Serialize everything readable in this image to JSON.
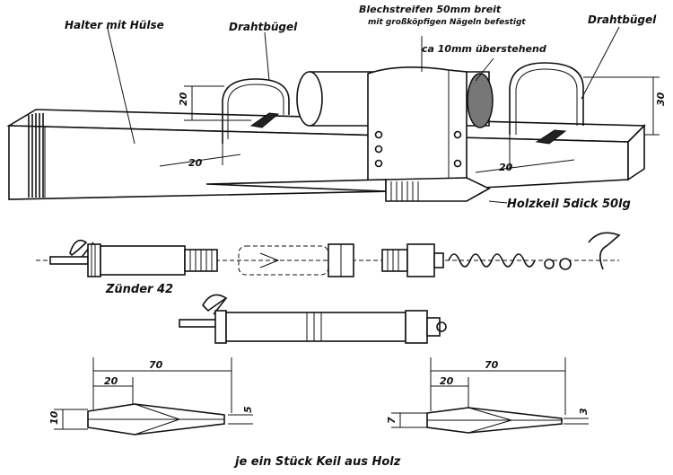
{
  "labels": {
    "holder": "Halter mit Hülse",
    "wire_bracket_left": "Drahtbügel",
    "sheet_strip_line1": "Blechstreifen 50mm breit",
    "sheet_strip_line2": "mit großköpfigen Nägeln befestigt",
    "overhang": "ca 10mm überstehend",
    "wire_bracket_right": "Drahtbügel",
    "wood_wedge": "Holzkeil 5dick 50lg",
    "igniter": "Zünder 42",
    "caption": "je ein Stück Keil aus Holz"
  },
  "dimensions": {
    "bracket_height": "20",
    "bracket_offset_left": "20",
    "bracket_offset_right": "20",
    "block_height": "30",
    "wedge_a_length": "70",
    "wedge_a_taper": "20",
    "wedge_a_thick": "10",
    "wedge_a_tip": "5",
    "wedge_b_length": "70",
    "wedge_b_taper": "20",
    "wedge_b_thick": "7",
    "wedge_b_tip": "3"
  }
}
